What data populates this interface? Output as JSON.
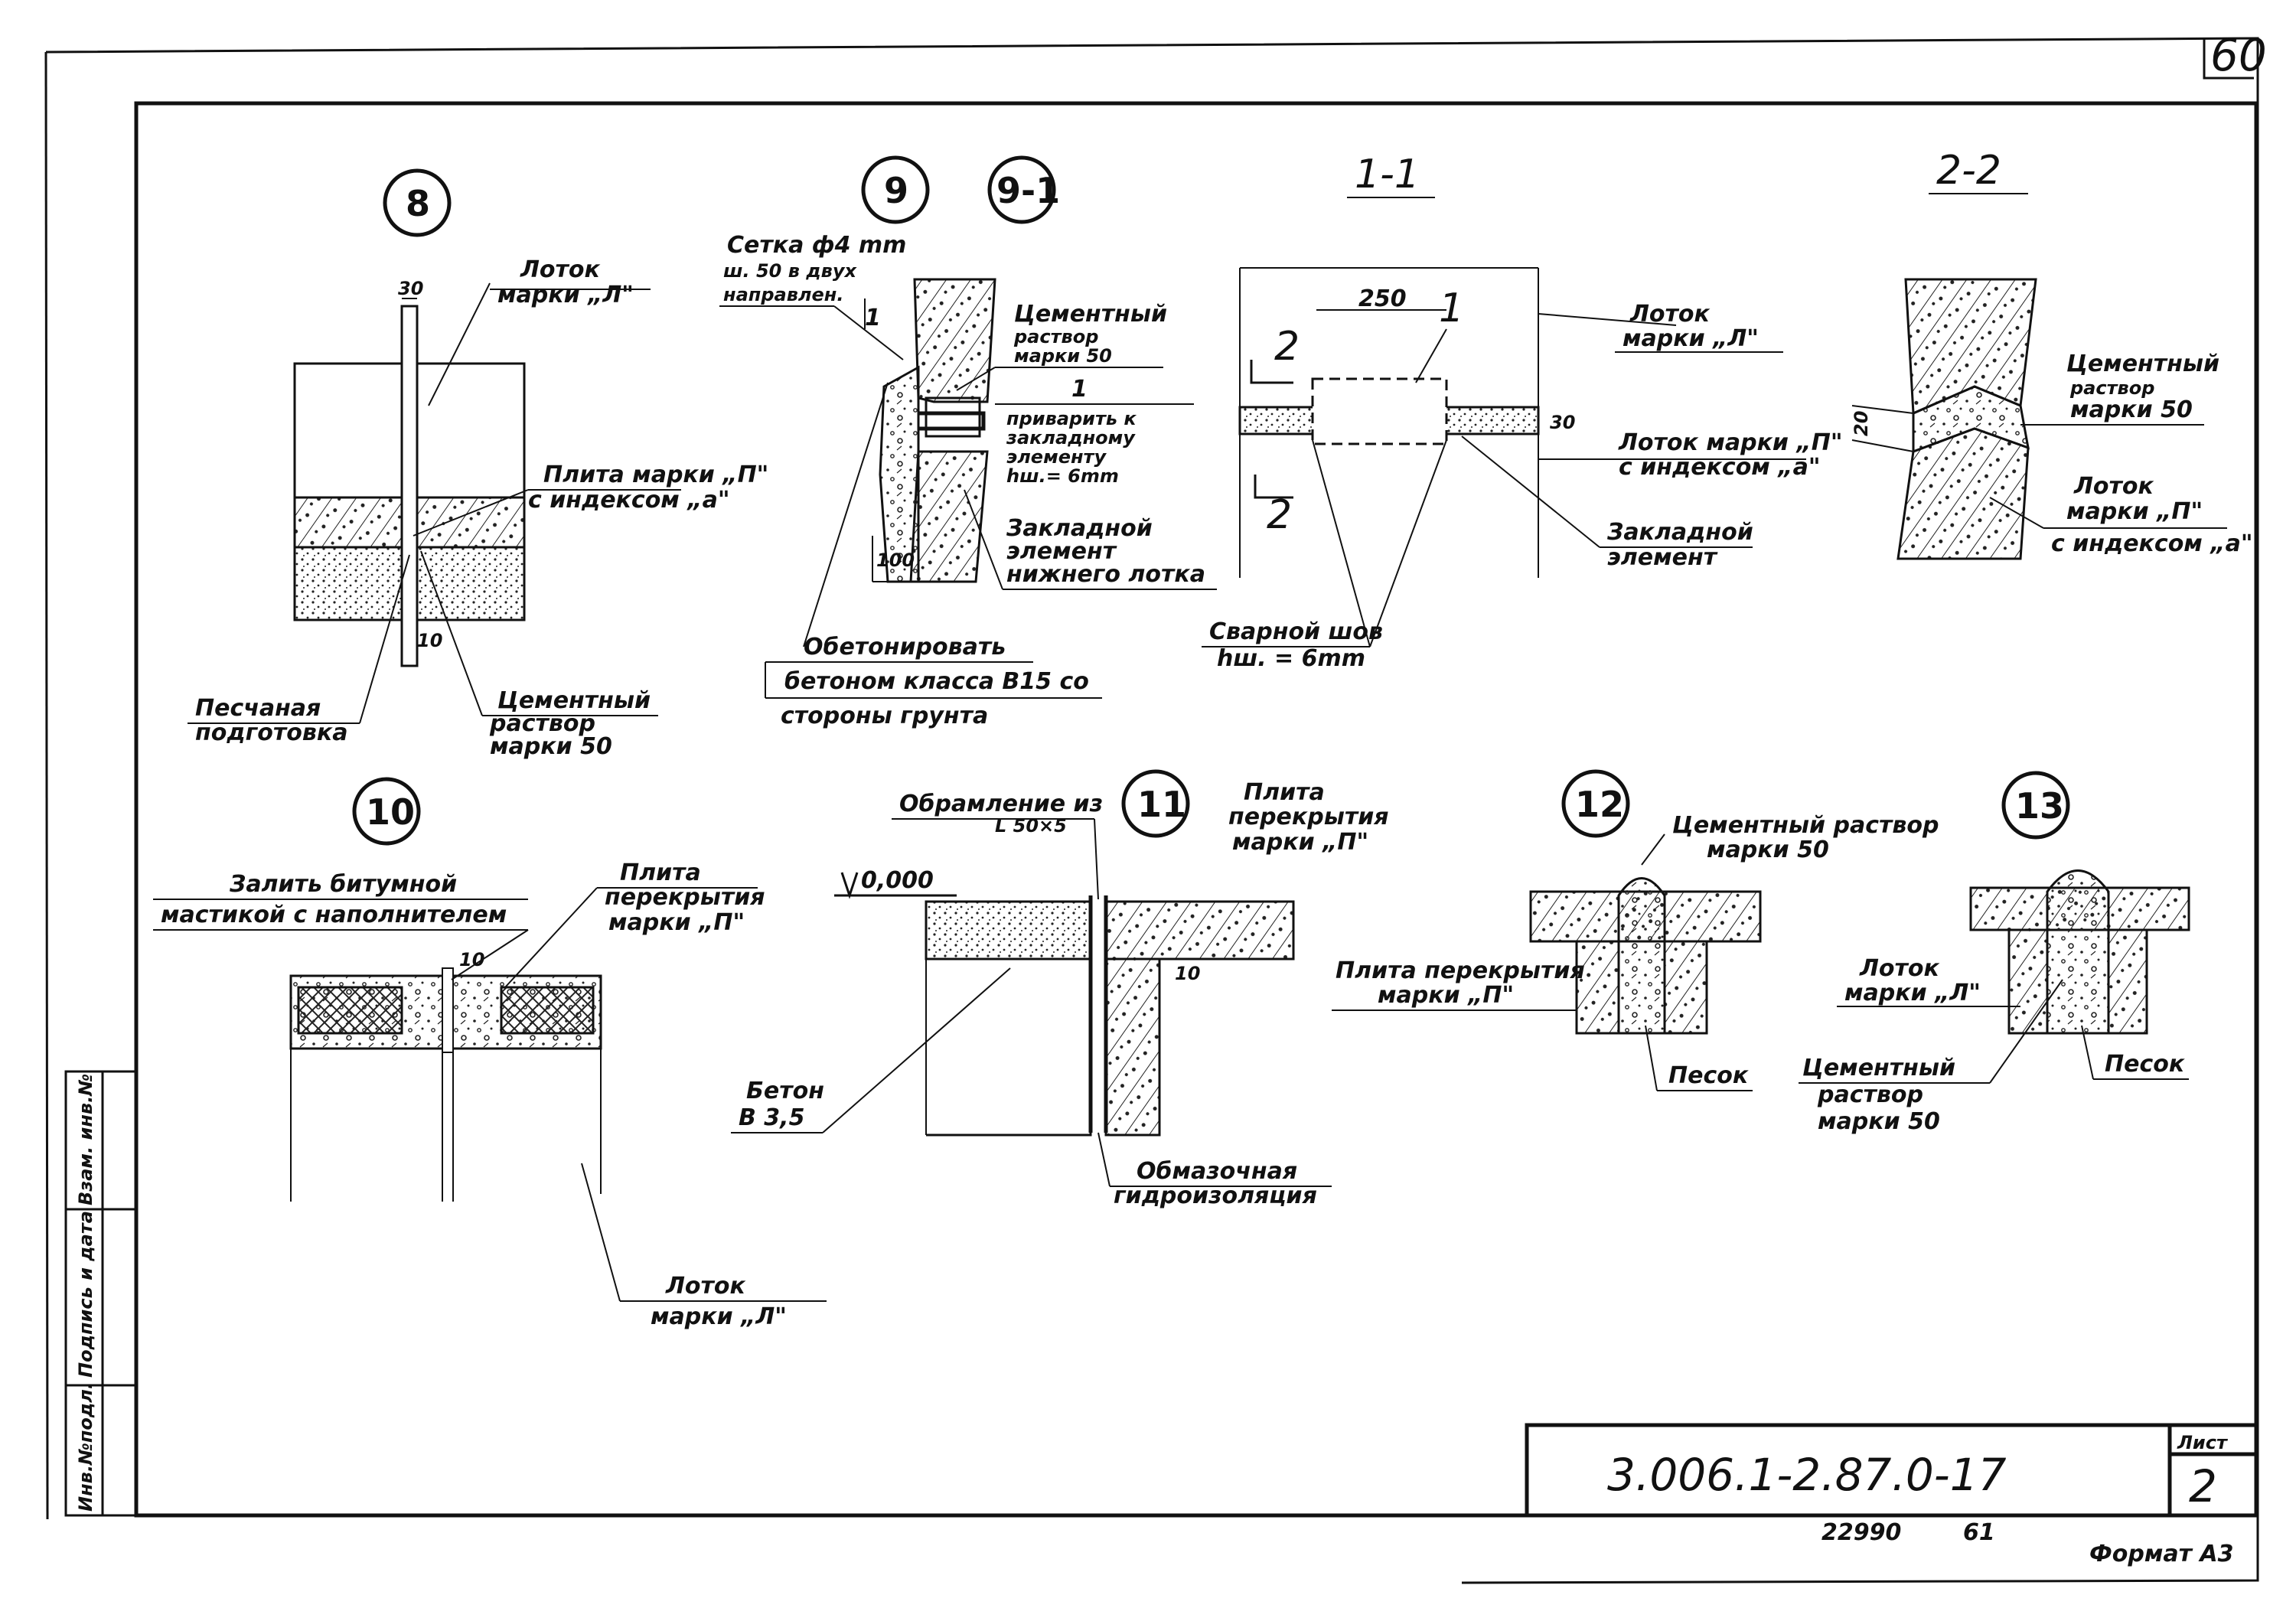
{
  "sheet": {
    "page_number": "60",
    "code": "3.006.1-2.87.0-17",
    "list_label": "Лист",
    "list_number": "2",
    "inventory_number": "22990",
    "copy_number": "61",
    "format": "Формат А3"
  },
  "stamp": {
    "col1": "Инв.№подл.",
    "col2": "Подпись и дата",
    "col3": "Взам. инв.№"
  },
  "detail8": {
    "number": "8",
    "dim_top": "30",
    "dim_bottom": "10",
    "tray": [
      "Лоток",
      "марки „Л\""
    ],
    "slab": [
      "Плита марки „П\"",
      "с индексом „а\""
    ],
    "sand": [
      "Песчаная",
      "подготовка"
    ],
    "mortar": [
      "Цементный",
      "раствор",
      "марки 50"
    ]
  },
  "detail9": {
    "number": "9",
    "number_alt": "9-1",
    "mesh": [
      "Сетка ф4 mm",
      "ш. 50 в двух",
      "направлен."
    ],
    "mortar": [
      "Цементный",
      "раствор",
      "марки 50"
    ],
    "weld_num": "1",
    "weld": [
      "приварить к",
      "закладному",
      "элементу",
      "hш.= 6mm"
    ],
    "embedded": [
      "Закладной",
      "элемент",
      "нижнего лотка"
    ],
    "concrete": [
      "Обетонировать",
      "бетоном класса В15 со",
      "стороны грунта"
    ],
    "dim": "100",
    "mark": "1"
  },
  "section11": {
    "label": "1-1",
    "dim": "250",
    "dim_side": "30",
    "mark1": "1",
    "mark2": "2",
    "tray": [
      "Лоток",
      "марки „Л\""
    ],
    "tray_a": [
      "Лоток марки „П\"",
      "с индексом „а\""
    ],
    "embedded": [
      "Закладной",
      "элемент"
    ],
    "weld": [
      "Сварной шов",
      "hш. = 6mm"
    ]
  },
  "section22": {
    "label": "2-2",
    "dim": "20",
    "mortar": [
      "Цементный",
      "раствор",
      "марки 50"
    ],
    "tray": [
      "Лоток",
      "марки „П\"",
      "с индексом „а\""
    ]
  },
  "detail10": {
    "number": "10",
    "dim": "10",
    "fill": [
      "Залить битумной",
      "мастикой с наполнителем"
    ],
    "slab": [
      "Плита",
      "перекрытия",
      "марки „П\""
    ],
    "tray": [
      "Лоток",
      "марки „Л\""
    ]
  },
  "detail11": {
    "number": "11",
    "level": "0,000",
    "dim": "10",
    "edge": [
      "Обрамление из",
      "L 50×5"
    ],
    "slab": [
      "Плита",
      "перекрытия",
      "марки „П\""
    ],
    "concrete": [
      "Бетон",
      "В 3,5"
    ],
    "hydro": [
      "Обмазочная",
      "гидроизоляция"
    ]
  },
  "detail12": {
    "number": "12",
    "mortar": [
      "Цементный раствор",
      "марки 50"
    ],
    "slab": [
      "Плита перекрытия",
      "марки „П\""
    ],
    "sand": "Песок"
  },
  "detail13": {
    "number": "13",
    "tray": [
      "Лоток",
      "марки „Л\""
    ],
    "mortar": [
      "Цементный",
      "раствор",
      "марки 50"
    ],
    "sand": "Песок"
  }
}
